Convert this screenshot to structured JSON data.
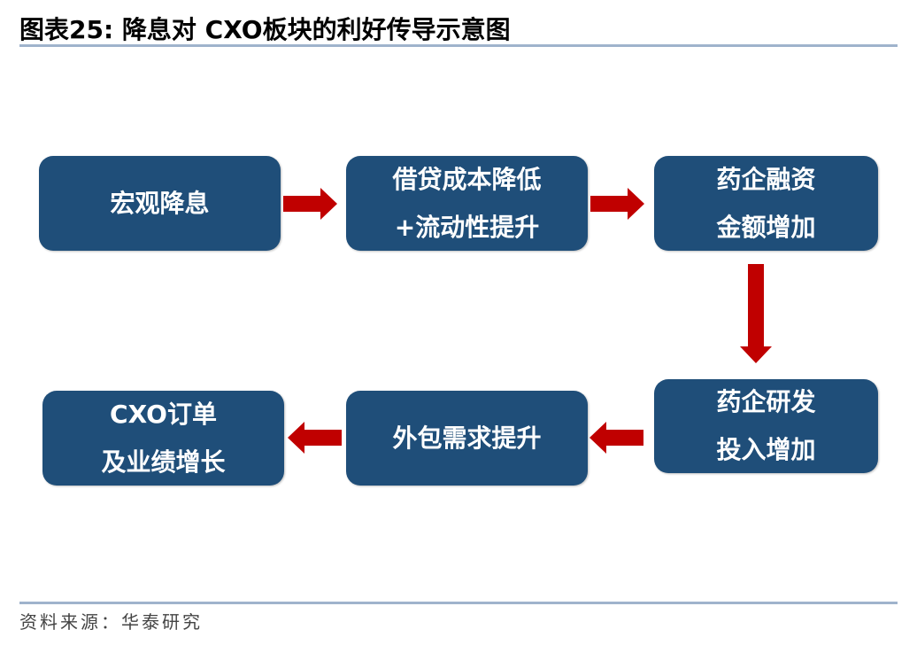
{
  "title": "图表25:  降息对 CXO板块的利好传导示意图",
  "colors": {
    "box": "#1f4e79",
    "arrow": "#c00000",
    "rule": "#9fb3cc"
  },
  "boxes": [
    {
      "lines": [
        "宏观降息"
      ]
    },
    {
      "lines": [
        "借贷成本降低",
        "+流动性提升"
      ]
    },
    {
      "lines": [
        "药企融资",
        "金额增加"
      ]
    },
    {
      "lines": [
        "药企研发",
        "投入增加"
      ]
    },
    {
      "lines": [
        "外包需求提升"
      ]
    },
    {
      "lines": [
        "CXO订单",
        "及业绩增长"
      ]
    }
  ],
  "source": "资料来源：华泰研究"
}
